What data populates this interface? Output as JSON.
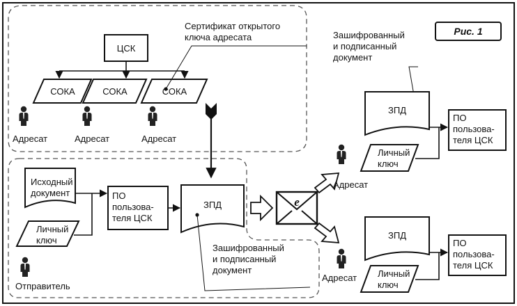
{
  "figure_label": "Рис. 1",
  "top_group": {
    "ca_box": "ЦСК",
    "soka_nodes": [
      "СОКА",
      "СОКА",
      "СОКА"
    ],
    "recipients": [
      "Адресат",
      "Адресат",
      "Адресат"
    ],
    "certificate_caption": [
      "Сертификат открытого",
      "ключа адресата"
    ]
  },
  "sender_group": {
    "source_document": [
      "Исходный",
      "документ"
    ],
    "private_key": [
      "Личный",
      "ключ"
    ],
    "software_box": [
      "ПО",
      "пользова-",
      "теля ЦСК"
    ],
    "encrypted_doc": "ЗПД",
    "sender_label": "Отправитель",
    "encrypted_caption": [
      "Зашифрованный",
      "и подписанный",
      "документ"
    ]
  },
  "channel": {
    "envelope_glyph": "e"
  },
  "recipient_top": {
    "caption": [
      "Зашифрованный",
      "и подписанный",
      "документ"
    ],
    "encrypted_doc": "ЗПД",
    "software_box": [
      "ПО",
      "пользова-",
      "теля ЦСК"
    ],
    "private_key": [
      "Личный",
      "ключ"
    ],
    "person_label": "Адресат"
  },
  "recipient_bottom": {
    "encrypted_doc": "ЗПД",
    "software_box": [
      "ПО",
      "пользова-",
      "теля ЦСК"
    ],
    "private_key": [
      "Личный",
      "ключ"
    ],
    "person_label": "Адресат"
  }
}
